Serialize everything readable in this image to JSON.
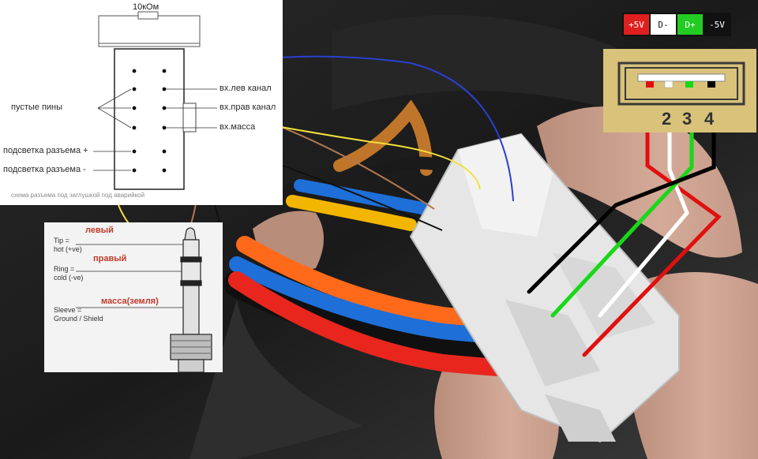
{
  "pinout": {
    "resistor": "10кОм",
    "labels": {
      "empty_pins": "пустые пины",
      "left_channel": "вх.лев канал",
      "right_channel": "вх.прав канал",
      "ground": "вх.масса",
      "backlight_plus": "подсветка разъема +",
      "backlight_minus": "подсветка разъема -"
    },
    "caption": "схема разъема под заглушкой под аварийкой"
  },
  "jack": {
    "tags": {
      "left": "левый",
      "right": "правый",
      "ground": "масса(земля)"
    },
    "tip": "Tip =\nhot (+ve)",
    "ring": "Ring =\ncold (-ve)",
    "sleeve": "Sleeve =\nGround / Shield"
  },
  "usb": {
    "legend": [
      {
        "label": "+5V",
        "bg": "#e02020",
        "fg": "#ffffff"
      },
      {
        "label": "D-",
        "bg": "#ffffff",
        "fg": "#111111"
      },
      {
        "label": "D+",
        "bg": "#22cc22",
        "fg": "#ffffff"
      },
      {
        "label": "-5V",
        "bg": "#111111",
        "fg": "#ffffff"
      }
    ],
    "pin_numbers": [
      "2",
      "3",
      "4"
    ]
  },
  "colors": {
    "blue_arrow": "#2b3fd0",
    "brown_arrow": "#b07850",
    "yellow_arrow": "#f2e23a",
    "black_arrow": "#111111",
    "usb_red": "#e01010",
    "usb_green": "#18d818",
    "usb_white": "#ffffff",
    "usb_black": "#000000"
  }
}
